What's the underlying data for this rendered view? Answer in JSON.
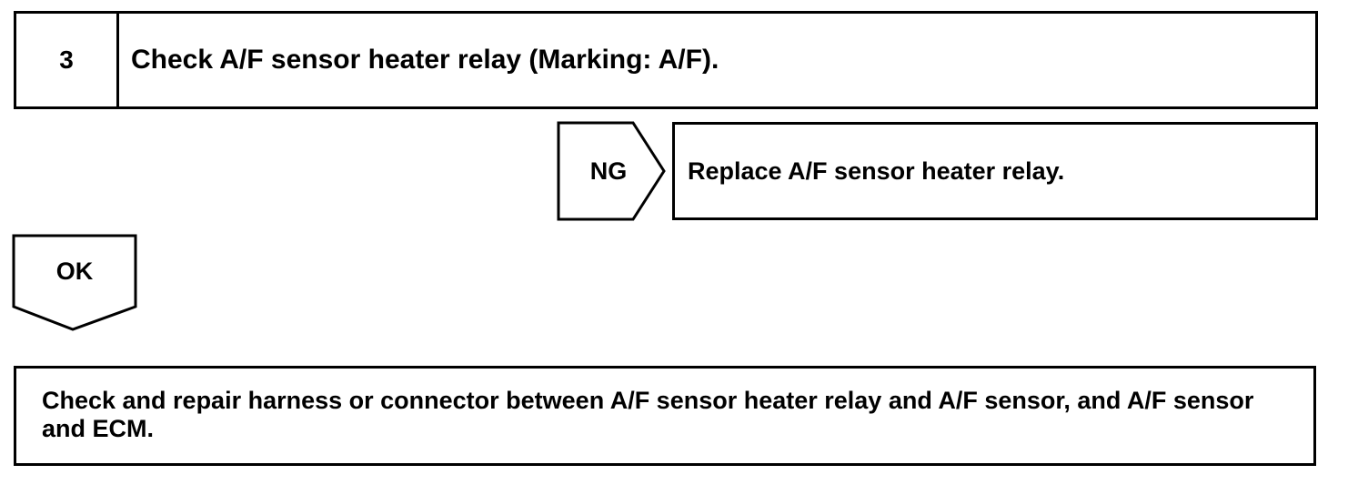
{
  "step": {
    "number": "3",
    "title": "Check A/F sensor heater relay (Marking: A/F)."
  },
  "ng_branch": {
    "label": "NG",
    "action": "Replace A/F sensor heater relay."
  },
  "ok_branch": {
    "label": "OK"
  },
  "final_step": {
    "text": "Check and repair harness or connector between A/F sensor heater relay and A/F sensor, and A/F sensor and ECM."
  }
}
